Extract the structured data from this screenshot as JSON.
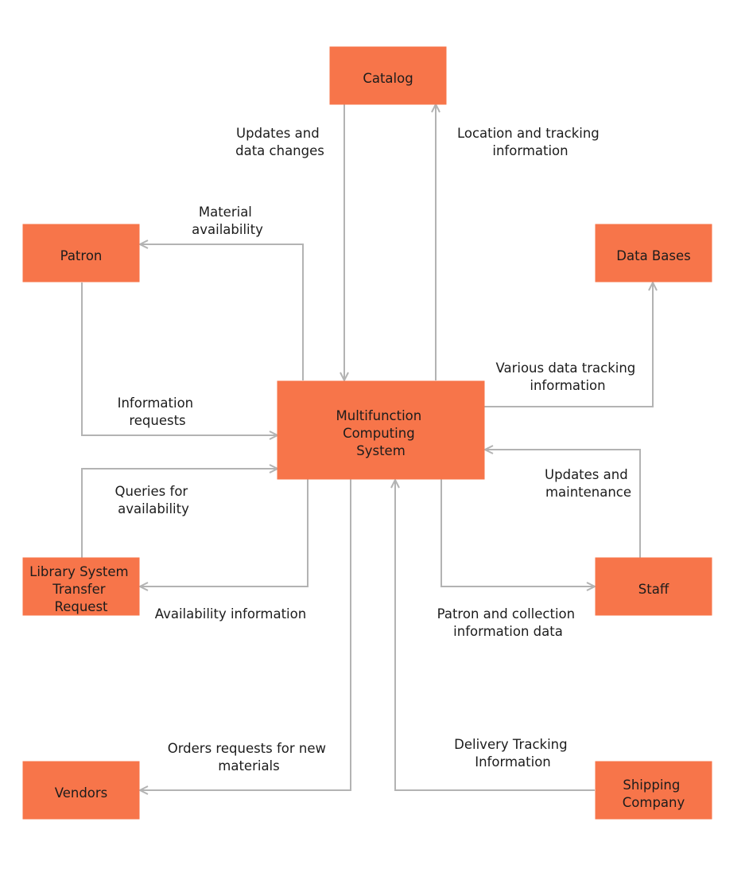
{
  "nodes": {
    "catalog": {
      "lines": [
        "Catalog"
      ]
    },
    "patron": {
      "lines": [
        "Patron"
      ]
    },
    "databases": {
      "lines": [
        "Data Bases"
      ]
    },
    "system": {
      "lines": [
        "Multifunction",
        "Computing",
        "System"
      ]
    },
    "transfer": {
      "lines": [
        "Library System",
        "Transfer",
        "Request"
      ]
    },
    "staff": {
      "lines": [
        "Staff"
      ]
    },
    "vendors": {
      "lines": [
        "Vendors"
      ]
    },
    "shipping": {
      "lines": [
        "Shipping",
        "Company"
      ]
    }
  },
  "edges": {
    "updates_data_changes": {
      "from": "Catalog",
      "to": "Multifunction Computing System",
      "lines": [
        "Updates and",
        "data changes"
      ]
    },
    "location_tracking": {
      "from": "Multifunction Computing System",
      "to": "Catalog",
      "lines": [
        "Location and tracking",
        "information"
      ]
    },
    "material_availability": {
      "from": "Multifunction Computing System",
      "to": "Patron",
      "lines": [
        "Material",
        "availability"
      ]
    },
    "information_requests": {
      "from": "Patron",
      "to": "Multifunction Computing System",
      "lines": [
        "Information",
        "requests"
      ]
    },
    "various_data_tracking": {
      "from": "Multifunction Computing System",
      "to": "Data Bases",
      "lines": [
        "Various data tracking",
        "information"
      ]
    },
    "updates_maintenance": {
      "from": "Staff",
      "to": "Multifunction Computing System",
      "lines": [
        "Updates and",
        "maintenance"
      ]
    },
    "queries_availability": {
      "from": "Library System Transfer Request",
      "to": "Multifunction Computing System",
      "lines": [
        "Queries for",
        "availability"
      ]
    },
    "availability_information": {
      "from": "Multifunction Computing System",
      "to": "Library System Transfer Request",
      "lines": [
        "Availability information"
      ]
    },
    "patron_collection": {
      "from": "Multifunction Computing System",
      "to": "Staff",
      "lines": [
        "Patron and collection",
        "information data"
      ]
    },
    "orders_requests": {
      "from": "Multifunction Computing System",
      "to": "Vendors",
      "lines": [
        "Orders requests for new",
        "materials"
      ]
    },
    "delivery_tracking": {
      "from": "Shipping Company",
      "to": "Multifunction Computing System",
      "lines": [
        "Delivery Tracking",
        "Information"
      ]
    }
  },
  "colors": {
    "node_fill": "#f7754a",
    "edge": "#b3b3b3",
    "text": "#1c1c1c"
  }
}
